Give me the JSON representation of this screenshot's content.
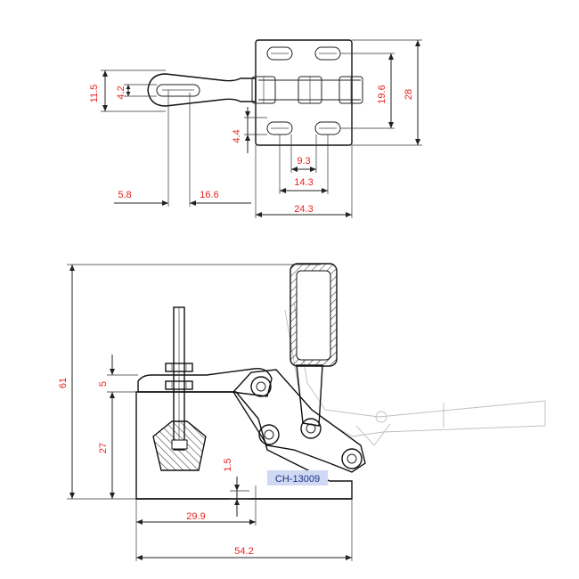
{
  "drawing": {
    "model_label": "CH-13009",
    "top_view_dims": {
      "d_11_5": "11.5",
      "d_4_2": "4.2",
      "d_4_4": "4.4",
      "d_5_8": "5.8",
      "d_16_6": "16.6",
      "d_9_3": "9.3",
      "d_14_3": "14.3",
      "d_24_3": "24.3",
      "d_19_6": "19.6",
      "d_28": "28"
    },
    "side_view_dims": {
      "d_61": "61",
      "d_5": "5",
      "d_27": "27",
      "d_1_5": "1.5",
      "d_29_9": "29.9",
      "d_54_2": "54.2"
    },
    "colors": {
      "dimension_text": "#e8231f",
      "line": "#222222",
      "model_label_bg": "#cfd9f3",
      "model_label_text": "#1c2f86"
    }
  }
}
